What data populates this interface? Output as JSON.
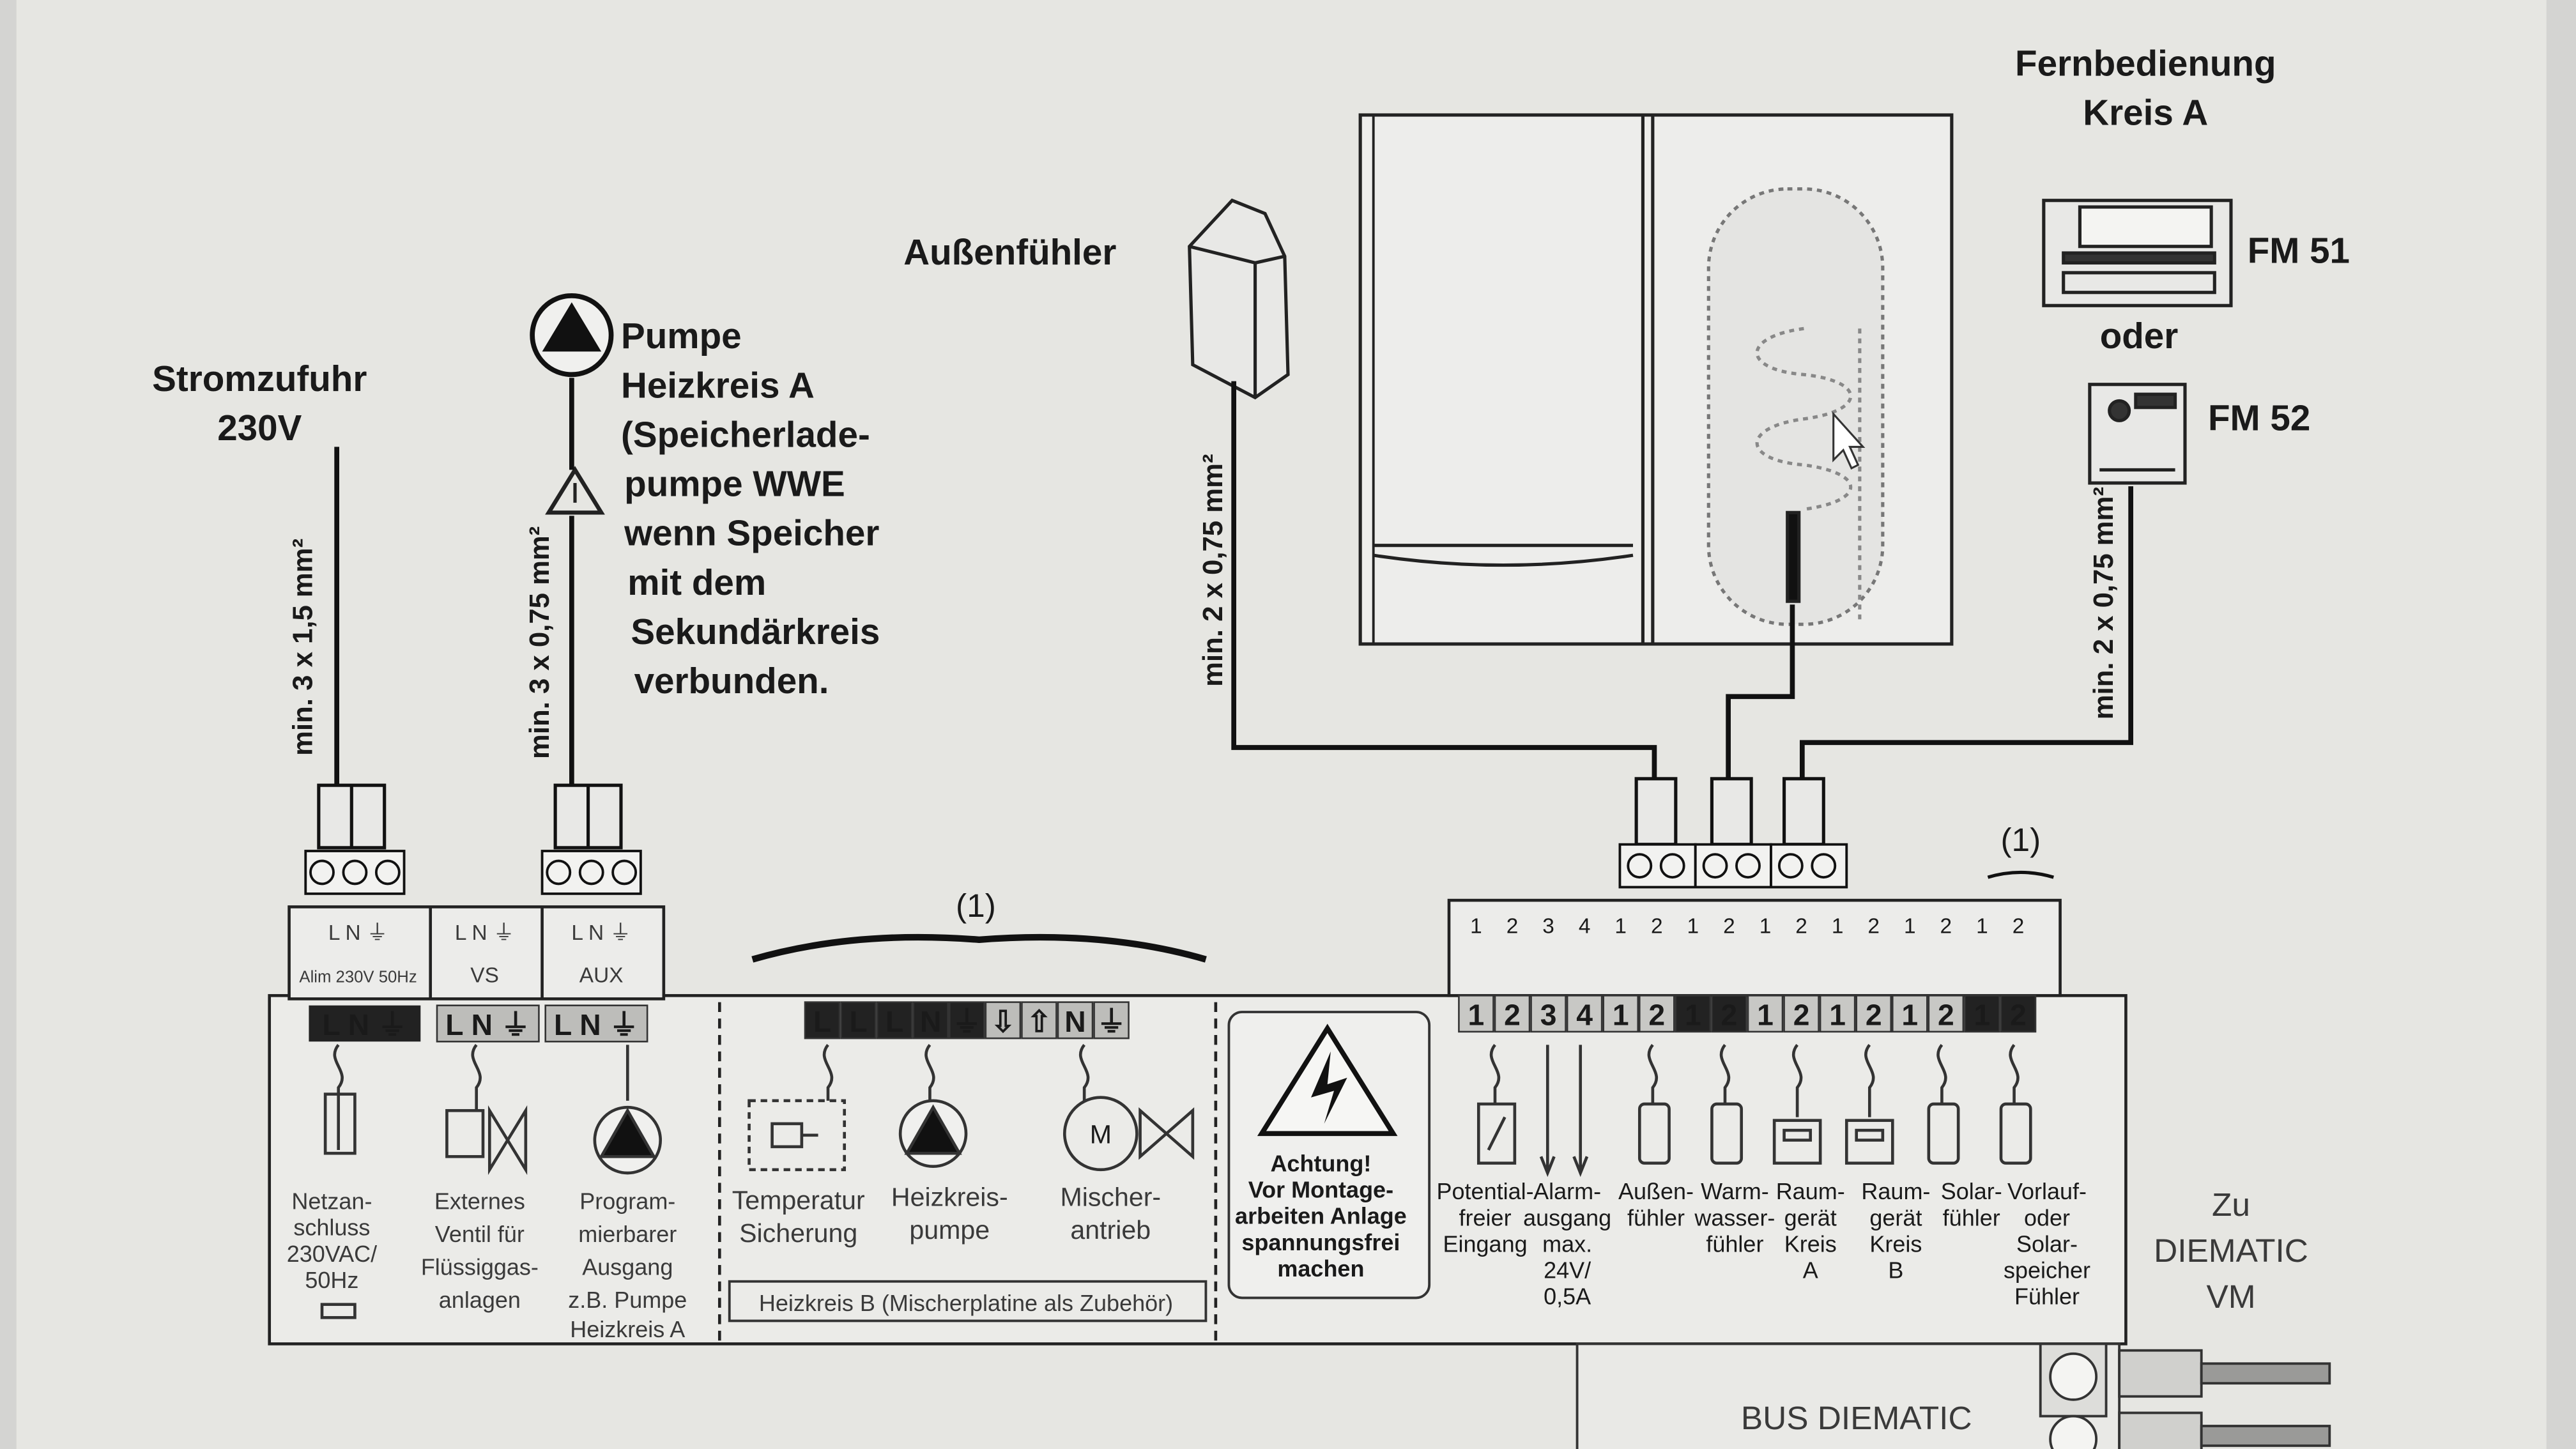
{
  "power_supply": {
    "title_1": "Stromzufuhr",
    "title_2": "230V",
    "cable": "min. 3 x 1,5 mm²"
  },
  "pump": {
    "lines": [
      "Pumpe",
      "Heizkreis A",
      "(Speicherlade-",
      "pumpe WWE",
      "wenn Speicher",
      "mit dem",
      "Sekundärkreis",
      "verbunden."
    ],
    "cable": "min. 3 x 0,75 mm²"
  },
  "outdoor_sensor": {
    "title": "Außenfühler",
    "cable": "min. 2 x 0,75 mm²"
  },
  "remote": {
    "title_1": "Fernbedienung",
    "title_2": "Kreis A",
    "fm51": "FM 51",
    "or": "oder",
    "fm52": "FM 52",
    "cable": "min. 2 x 0,75 mm²"
  },
  "footnote_marker": "(1)",
  "left_blocks": [
    {
      "label": "Alim 230V 50Hz",
      "terminals": "L N ⏚"
    },
    {
      "label": "VS",
      "terminals": "L N ⏚"
    },
    {
      "label": "AUX",
      "terminals": "L N ⏚"
    }
  ],
  "left_devices": [
    {
      "lines": [
        "Netzan-",
        "schluss",
        "230VAC/",
        "50Hz"
      ]
    },
    {
      "lines": [
        "Externes",
        "Ventil für",
        "Flüssiggas-",
        "anlagen"
      ]
    },
    {
      "lines": [
        "Program-",
        "mierbarer",
        "Ausgang",
        "z.B. Pumpe",
        "Heizkreis A"
      ]
    }
  ],
  "mid_terminals": [
    "L",
    "L",
    "L",
    "N",
    "⏚",
    "⇩",
    "⇧",
    "N",
    "⏚"
  ],
  "mid_devices": [
    {
      "lines": [
        "Temperatur",
        "Sicherung"
      ]
    },
    {
      "lines": [
        "Heizkreis-",
        "pumpe"
      ]
    },
    {
      "lines": [
        "Mischer-",
        "antrieb"
      ]
    }
  ],
  "heating_circuit_b": "Heizkreis B (Mischerplatine als Zubehör)",
  "warning": {
    "lines": [
      "Achtung!",
      "Vor Montage-",
      "arbeiten Anlage",
      "spannungsfrei",
      "machen"
    ]
  },
  "right_terminal_numbers": [
    "1",
    "2",
    "3",
    "4",
    "1",
    "2",
    "1",
    "2",
    "1",
    "2",
    "1",
    "2",
    "1",
    "2",
    "1",
    "2"
  ],
  "right_devices": [
    {
      "lines": [
        "Potential-",
        "freier",
        "Eingang"
      ]
    },
    {
      "lines": [
        "Alarm-",
        "ausgang",
        "max.",
        "24V/",
        "0,5A"
      ]
    },
    {
      "lines": [
        "Außen-",
        "fühler"
      ]
    },
    {
      "lines": [
        "Warm-",
        "wasser-",
        "fühler"
      ]
    },
    {
      "lines": [
        "Raum-",
        "gerät",
        "Kreis",
        "A"
      ]
    },
    {
      "lines": [
        "Raum-",
        "gerät",
        "Kreis",
        "B"
      ]
    },
    {
      "lines": [
        "Solar-",
        "fühler"
      ]
    },
    {
      "lines": [
        "Vorlauf-",
        "oder",
        "Solar-",
        "speicher",
        "Fühler"
      ]
    }
  ],
  "diematic": {
    "lines": [
      "Zu",
      "DIEMATIC",
      "VM"
    ]
  },
  "bus": "BUS DIEMATIC"
}
